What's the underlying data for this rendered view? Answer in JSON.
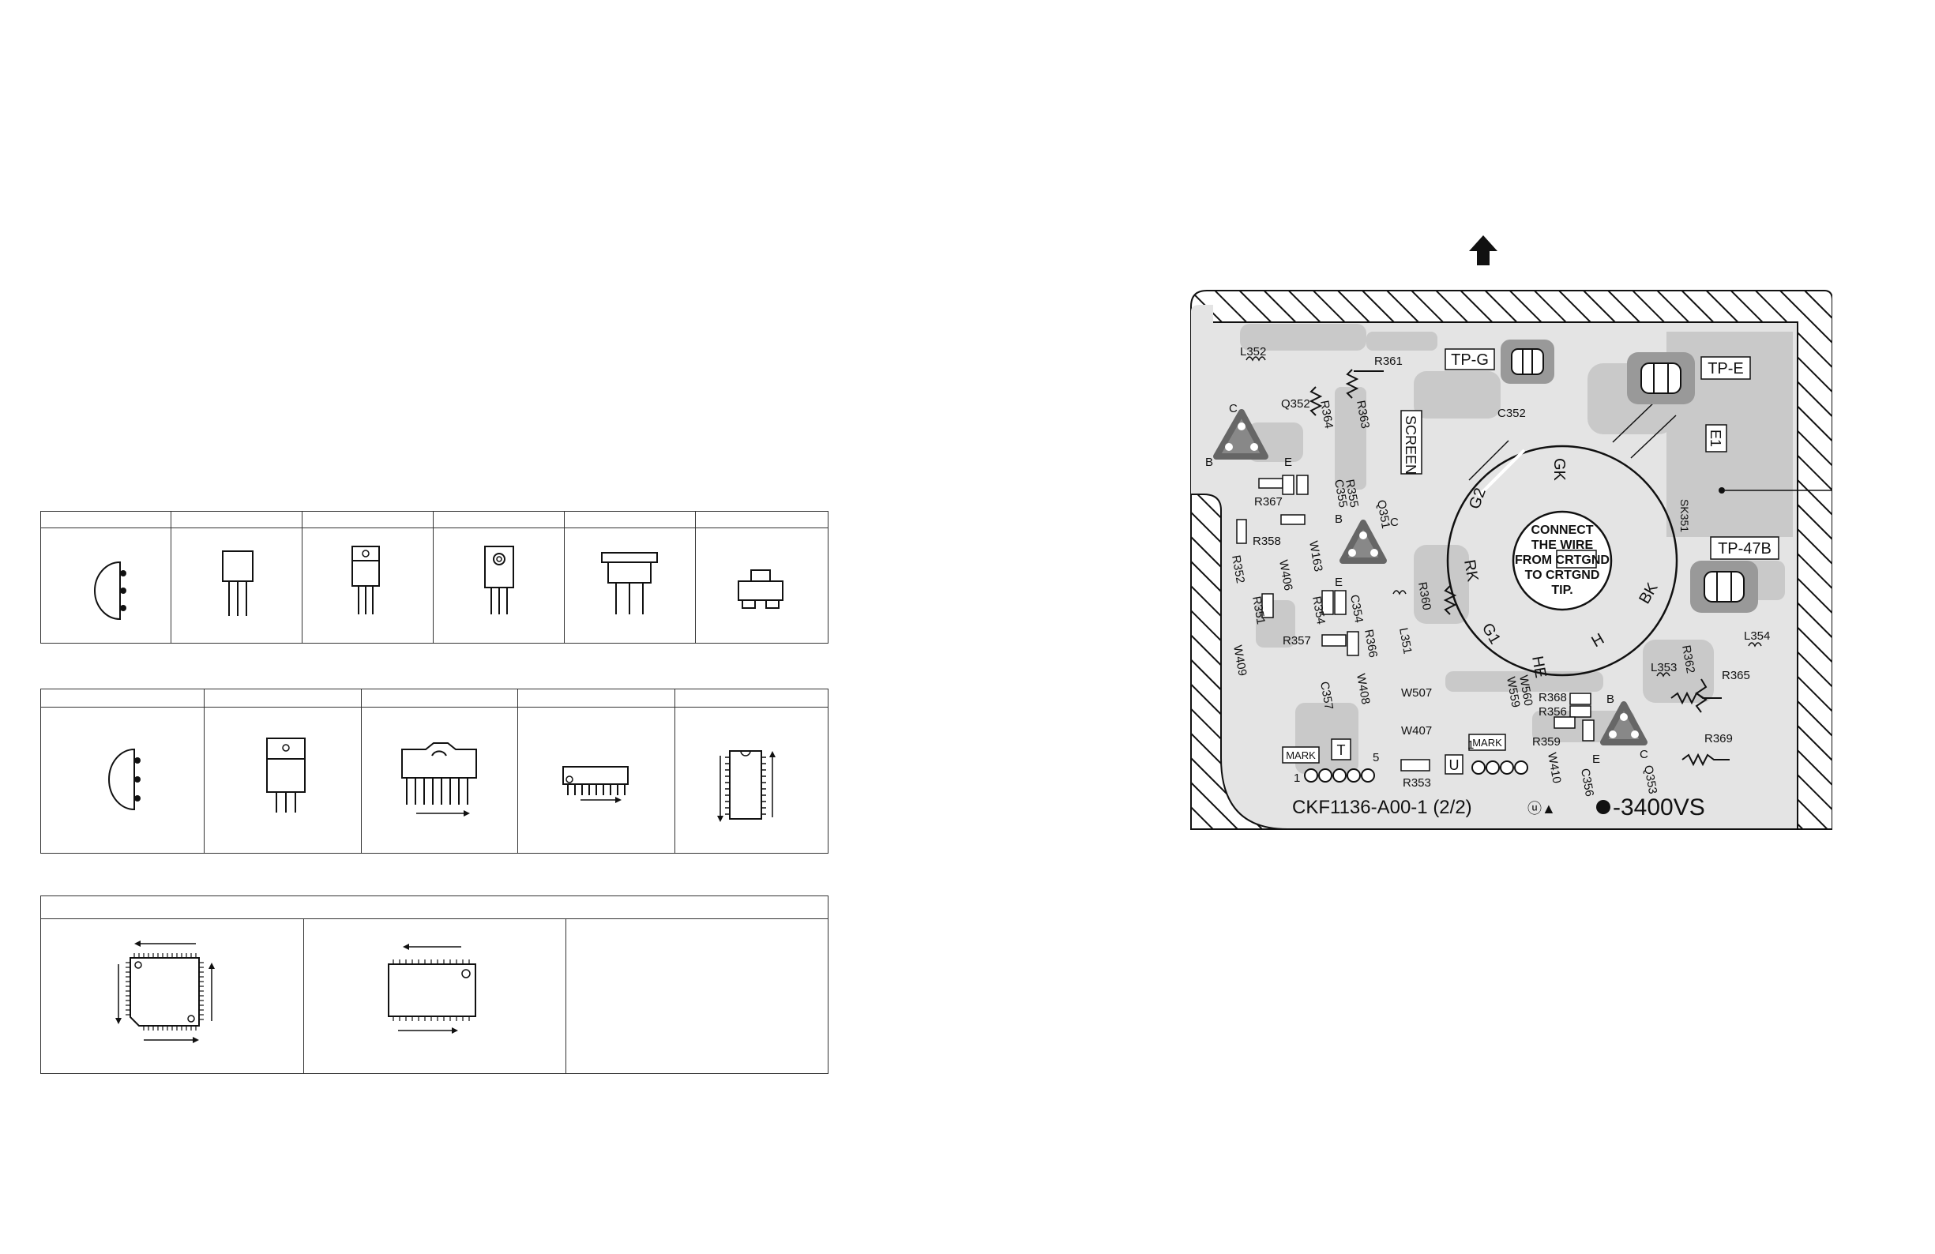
{
  "pcb": {
    "board_code": "CKF1136-A00-1 (2/2)",
    "board_suffix": "-3400VS",
    "ground_symbol": "(⏚)",
    "center_note": [
      "CONNECT",
      "THE WIRE",
      "FROM CRTGND",
      "TO CRTGND",
      "TIP."
    ],
    "boxed_labels": {
      "tp_g": "TP-G",
      "tp_e": "TP-E",
      "tp_47b": "TP-47B",
      "e1": "E1",
      "screen": "SCREEN",
      "mark1": "MARK",
      "mark2": "MARK",
      "t": "T",
      "u": "U"
    },
    "socket_labels": {
      "gk": "GK",
      "g2": "G2",
      "rk": "RK",
      "g1": "G1",
      "he": "HE",
      "h": "H",
      "bk": "BK",
      "sk": "SK351"
    },
    "components": [
      {
        "ref": "L352"
      },
      {
        "ref": "R361"
      },
      {
        "ref": "Q352"
      },
      {
        "ref": "R364"
      },
      {
        "ref": "R363"
      },
      {
        "ref": "C352"
      },
      {
        "ref": "R367"
      },
      {
        "ref": "R355"
      },
      {
        "ref": "C355"
      },
      {
        "ref": "Q351"
      },
      {
        "ref": "R358"
      },
      {
        "ref": "W163"
      },
      {
        "ref": "R352"
      },
      {
        "ref": "W406"
      },
      {
        "ref": "R351"
      },
      {
        "ref": "R354"
      },
      {
        "ref": "C354"
      },
      {
        "ref": "R360"
      },
      {
        "ref": "L351"
      },
      {
        "ref": "R357"
      },
      {
        "ref": "R366"
      },
      {
        "ref": "W409"
      },
      {
        "ref": "C357"
      },
      {
        "ref": "W408"
      },
      {
        "ref": "W507"
      },
      {
        "ref": "W407"
      },
      {
        "ref": "W559"
      },
      {
        "ref": "W560"
      },
      {
        "ref": "R368"
      },
      {
        "ref": "R356"
      },
      {
        "ref": "R359"
      },
      {
        "ref": "W410"
      },
      {
        "ref": "C356"
      },
      {
        "ref": "Q353"
      },
      {
        "ref": "R353"
      },
      {
        "ref": "L353"
      },
      {
        "ref": "R362"
      },
      {
        "ref": "R365"
      },
      {
        "ref": "L354"
      },
      {
        "ref": "R369"
      }
    ],
    "pin_labels": {
      "p1a": "1",
      "p5": "5",
      "p1b": "1"
    },
    "transistor_pins": {
      "c": "C",
      "b": "B",
      "e": "E"
    }
  }
}
